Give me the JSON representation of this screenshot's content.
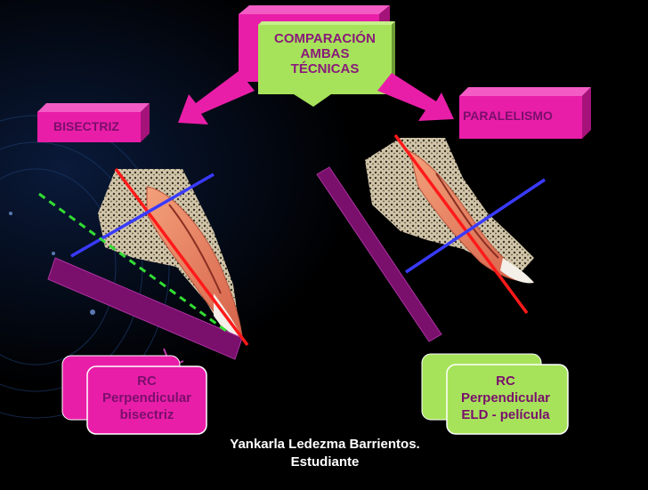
{
  "title_box": {
    "lines": [
      "COMPARACIÓN",
      "AMBAS",
      "TÉCNICAS"
    ]
  },
  "left_technique": {
    "label": "BISECTRIZ"
  },
  "right_technique": {
    "label": "PARALELISMO"
  },
  "left_note": {
    "lines": [
      "RC",
      "Perpendicular",
      "bisectriz"
    ]
  },
  "right_note": {
    "lines": [
      "RC",
      "Perpendicular",
      "ELD - película"
    ]
  },
  "footer": {
    "lines": [
      "Yankarla Ledezma Barrientos.",
      "Estudiante"
    ]
  },
  "colors": {
    "background": "#000000",
    "magenta": "#e91ea8",
    "green": "#a6e35a",
    "purple": "#7a0f6c",
    "red_line": "#ff1a1a",
    "blue_line": "#3a3aff",
    "green_dashed": "#33dd33"
  }
}
